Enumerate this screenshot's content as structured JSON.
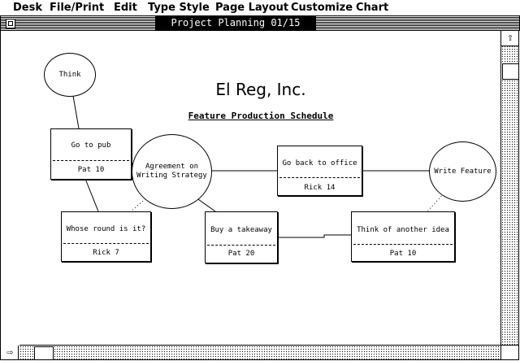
{
  "menubar": {
    "apple": "Desk",
    "items": [
      "File/Print",
      "Edit",
      "Type Style",
      "Page Layout",
      "Customize",
      "Chart"
    ]
  },
  "window": {
    "title": "Project Planning   01/15"
  },
  "chart": {
    "company": "El Reg, Inc.",
    "subtitle": "Feature Production Schedule",
    "ovals": {
      "think": "Think",
      "agreement": "Agreement on\nWriting Strategy",
      "write": "Write Feature"
    },
    "tasks": {
      "pub": {
        "name": "Go to pub",
        "who": "Pat   10"
      },
      "round": {
        "name": "Whose round is it?",
        "who": "Rick   7"
      },
      "takeaway": {
        "name": "Buy a takeaway",
        "who": "Pat   20"
      },
      "office": {
        "name": "Go back to office",
        "who": "Rick   14"
      },
      "idea": {
        "name": "Think of another idea",
        "who": "Pat   10"
      }
    }
  }
}
